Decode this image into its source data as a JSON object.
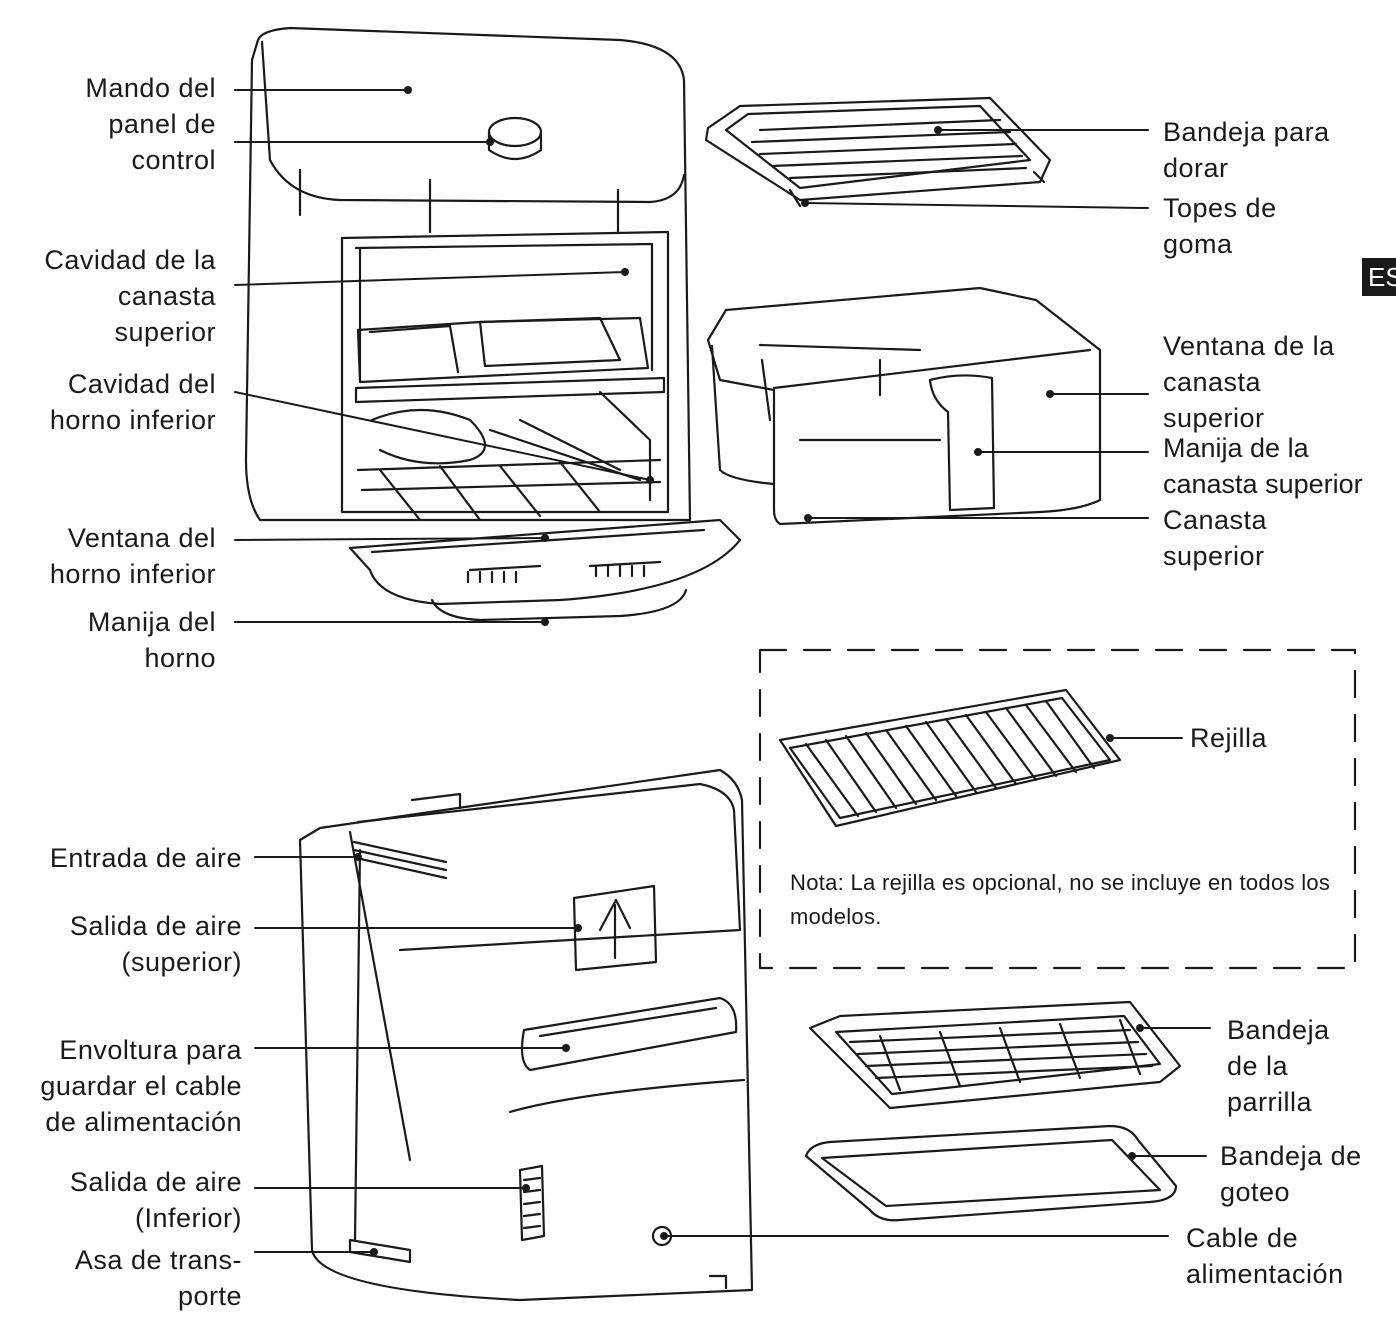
{
  "language_tab": "ES",
  "labels": {
    "mando_panel": [
      "Mando del",
      "panel de",
      "control"
    ],
    "cavidad_canasta_superior": [
      "Cavidad de la",
      "canasta",
      "superior"
    ],
    "cavidad_horno_inferior": [
      "Cavidad del",
      "horno inferior"
    ],
    "ventana_horno_inferior": [
      "Ventana del",
      "horno inferior"
    ],
    "manija_horno": [
      "Manija del",
      "horno"
    ],
    "bandeja_dorar": [
      "Bandeja para",
      "dorar"
    ],
    "topes_goma": [
      "Topes de",
      "goma"
    ],
    "ventana_canasta_superior": [
      "Ventana de la",
      "canasta",
      "superior"
    ],
    "manija_canasta_superior": [
      "Manija de la",
      "canasta superior"
    ],
    "canasta_superior": [
      "Canasta",
      "superior"
    ],
    "rejilla": [
      "Rejilla"
    ],
    "entrada_aire": [
      "Entrada de aire"
    ],
    "salida_aire_superior": [
      "Salida de aire",
      "(superior)"
    ],
    "envoltura_cable": [
      "Envoltura para",
      "guardar el cable",
      "de alimentación"
    ],
    "salida_aire_inferior": [
      "Salida de aire",
      "(Inferior)"
    ],
    "asa_transporte": [
      "Asa de trans-",
      "porte"
    ],
    "bandeja_parrilla": [
      "Bandeja",
      "de la",
      "parrilla"
    ],
    "bandeja_goteo": [
      "Bandeja de",
      "goteo"
    ],
    "cable_alimentacion": [
      "Cable de",
      "alimentación"
    ]
  },
  "note": "Nota: La rejilla es opcional, no se incluye en todos los modelos."
}
